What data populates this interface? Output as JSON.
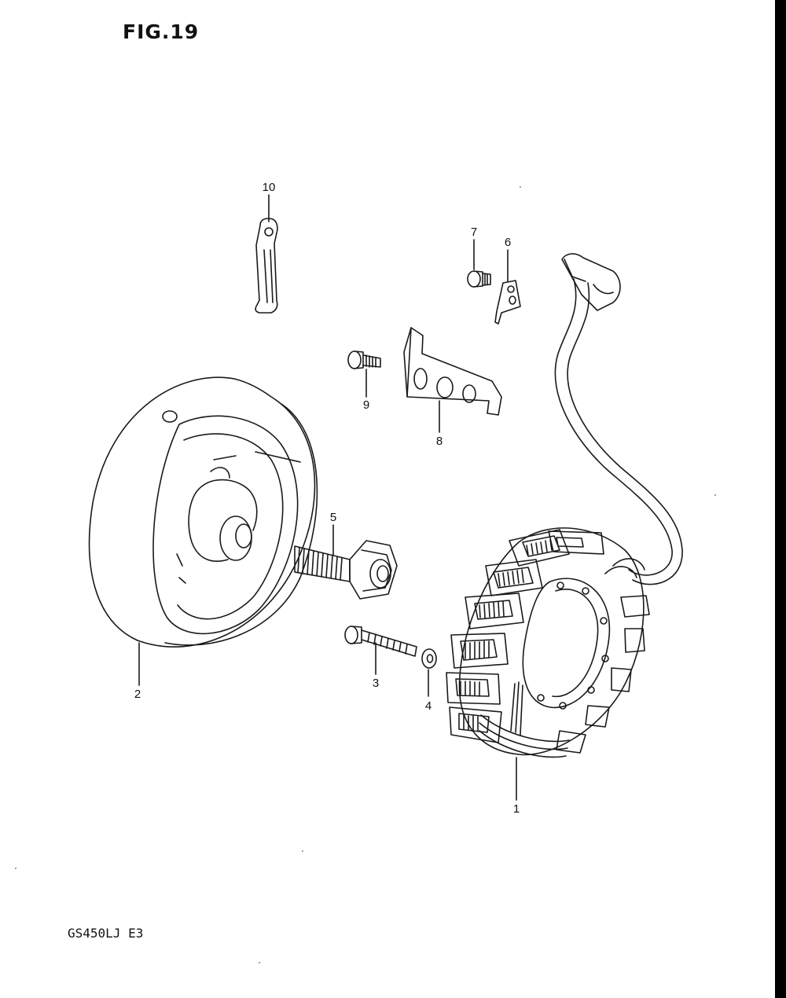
{
  "figure_title": "FIG.19",
  "model_code": "GS450LJ E3",
  "callouts": [
    {
      "id": "1",
      "text": "1"
    },
    {
      "id": "2",
      "text": "2"
    },
    {
      "id": "3",
      "text": "3"
    },
    {
      "id": "4",
      "text": "4"
    },
    {
      "id": "5",
      "text": "5"
    },
    {
      "id": "6",
      "text": "6"
    },
    {
      "id": "7",
      "text": "7"
    },
    {
      "id": "8",
      "text": "8"
    },
    {
      "id": "9",
      "text": "9"
    },
    {
      "id": "10",
      "text": "10"
    }
  ],
  "colors": {
    "line": "#1a1a1a",
    "background": "#ffffff"
  }
}
